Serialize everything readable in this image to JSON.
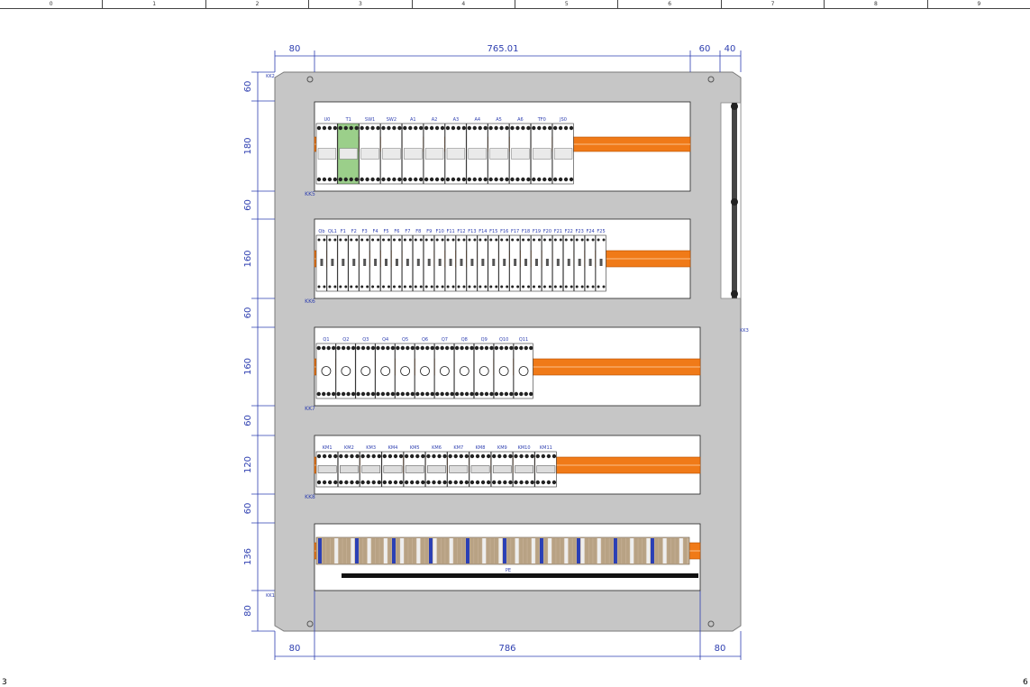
{
  "grid": {
    "columns": [
      "0",
      "1",
      "2",
      "3",
      "4",
      "5",
      "6",
      "7",
      "8",
      "9"
    ]
  },
  "page_markers": {
    "left": "3",
    "right": "6"
  },
  "dimensions": {
    "top": [
      "80",
      "765.01",
      "60",
      "40"
    ],
    "bottom": [
      "80",
      "786",
      "80"
    ],
    "left": [
      "60",
      "180",
      "60",
      "160",
      "60",
      "160",
      "60",
      "120",
      "60",
      "136",
      "80"
    ]
  },
  "cabinet": {
    "frame_labels": [
      "KK2",
      "KK1",
      "KK3"
    ],
    "rails": [
      {
        "tag": "KK5",
        "devices": [
          "U0",
          "T1",
          "SW1",
          "SW2",
          "A1",
          "A2",
          "A3",
          "A4",
          "A5",
          "A6",
          "TF0",
          "JS0"
        ]
      },
      {
        "tag": "KK6",
        "devices": [
          "Qb",
          "QL1",
          "F1",
          "F2",
          "F3",
          "F4",
          "F5",
          "F6",
          "F7",
          "F8",
          "F9",
          "F10",
          "F11",
          "F12",
          "F13",
          "F14",
          "F15",
          "F16",
          "F17",
          "F18",
          "F19",
          "F20",
          "F21",
          "F22",
          "F23",
          "F24",
          "F25"
        ]
      },
      {
        "tag": "KK7",
        "devices": [
          "Q1",
          "Q2",
          "Q3",
          "Q4",
          "Q5",
          "Q6",
          "Q7",
          "Q8",
          "Q9",
          "Q10",
          "Q11"
        ]
      },
      {
        "tag": "KK8",
        "devices": [
          "KM1",
          "KM2",
          "KM3",
          "KM4",
          "KM5",
          "KM6",
          "KM7",
          "KM8",
          "KM9",
          "KM10",
          "KM11"
        ]
      },
      {
        "tag": "",
        "devices": [
          "PE"
        ]
      }
    ]
  },
  "colors": {
    "dim": "#2e3fb0",
    "panel": "#c6c6c6",
    "duct": "#f07a18",
    "rail_bg": "#ffffff"
  }
}
